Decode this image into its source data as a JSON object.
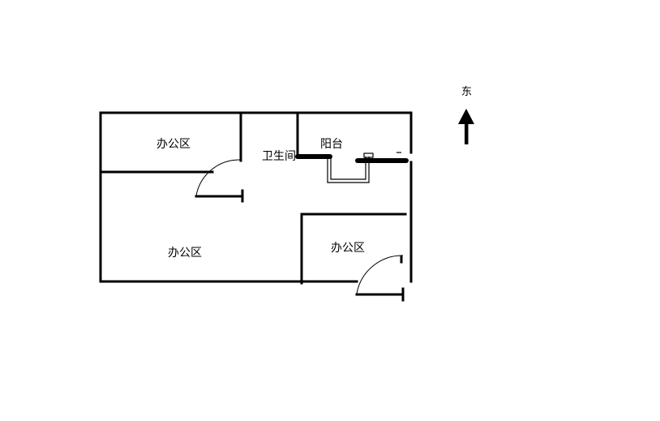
{
  "rooms": {
    "office_top_left": "办公区",
    "restroom": "卫生间",
    "balcony": "阳台",
    "office_main": "办公区",
    "office_right": "办公区"
  },
  "compass": {
    "label": "东"
  }
}
